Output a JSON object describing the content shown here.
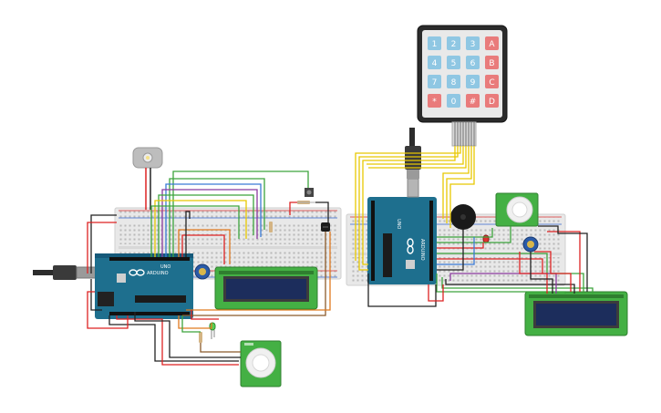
{
  "canvas": {
    "background": "#ffffff"
  },
  "colors": {
    "arduino_blue": "#1e6f8e",
    "breadboard": "#e9e9e9",
    "lcd_green": "#44b044",
    "lcd_screen": "#1c2d5c",
    "keypad_body": "#2b2b2b",
    "key_blue": "#8fc7e3",
    "key_red": "#e97b7b",
    "wire_red": "#d22",
    "wire_yellow": "#e8c800",
    "wire_green": "#3ca33c",
    "wire_blue": "#3a7ad6",
    "wire_black": "#222222",
    "wire_orange": "#e07a1f",
    "wire_brown": "#8b5a2b",
    "wire_purple": "#8b3a9f"
  },
  "left_circuit": {
    "arduino": {
      "brand_text": "ARDUINO",
      "model_text": "UNO",
      "icon": "arduino-infinity-icon"
    },
    "motor": {
      "icon": "dc-motor-icon"
    },
    "pushbutton": {
      "icon": "pushbutton-icon"
    },
    "potentiometer": {
      "icon": "potentiometer-icon"
    },
    "photoresistor": {
      "icon": "photoresistor-icon"
    },
    "led": {
      "color": "#55d055",
      "icon": "green-led-icon"
    },
    "pir_sensor": {
      "icon": "pir-sensor-icon"
    },
    "lcd": {
      "icon": "lcd-16x2-icon"
    }
  },
  "right_circuit": {
    "arduino": {
      "brand_text": "ARDUINO",
      "model_text": "UNO",
      "icon": "arduino-infinity-icon"
    },
    "keypad": {
      "keys": [
        [
          "1",
          "2",
          "3",
          "A"
        ],
        [
          "4",
          "5",
          "6",
          "B"
        ],
        [
          "7",
          "8",
          "9",
          "C"
        ],
        [
          "*",
          "0",
          "#",
          "D"
        ]
      ]
    },
    "buzzer": {
      "icon": "piezo-buzzer-icon"
    },
    "led": {
      "color": "#e03030",
      "icon": "red-led-icon"
    },
    "potentiometer": {
      "icon": "potentiometer-icon"
    },
    "pir_sensor": {
      "icon": "pir-sensor-icon"
    },
    "lcd": {
      "icon": "lcd-16x2-icon"
    }
  }
}
